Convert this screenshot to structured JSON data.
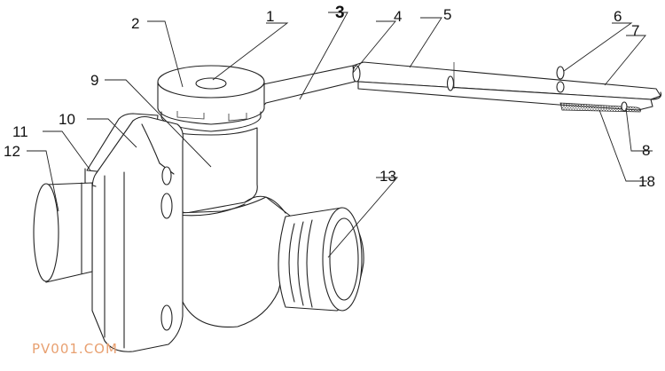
{
  "labels": {
    "l1": "1",
    "l2": "2",
    "l3": "3",
    "l4": "4",
    "l5": "5",
    "l6": "6",
    "l7": "7",
    "l8": "8",
    "l9": "9",
    "l10": "10",
    "l11": "11",
    "l12": "12",
    "l13": "13",
    "l18": "18"
  },
  "watermark": "PV001.COM",
  "colors": {
    "line": "#222222",
    "watermark": "#e8a070",
    "hatch": "#555555"
  }
}
